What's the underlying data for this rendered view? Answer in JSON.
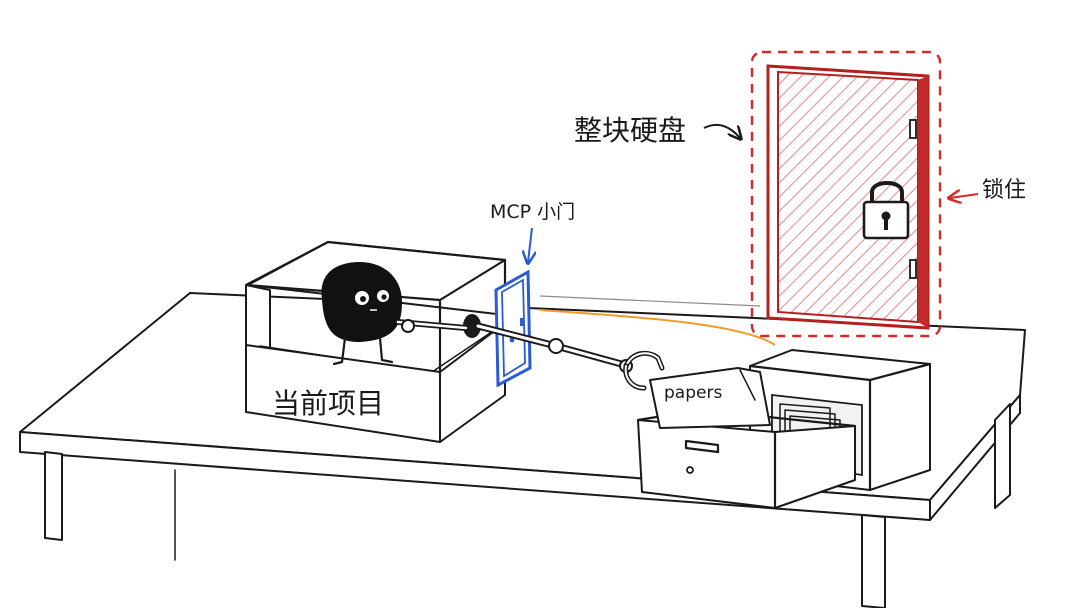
{
  "labels": {
    "project_box": "当前项目",
    "mcp_door": "MCP 小门",
    "papers": "papers",
    "whole_disk": "整块硬盘",
    "locked": "锁住"
  },
  "colors": {
    "ink": "#1a1a1a",
    "mcp_blue": "#2a5bd7",
    "locked_red": "#d42a2a",
    "path_orange": "#f39a2d"
  },
  "icons": {
    "character": "blob-creature-icon",
    "door": "door-icon",
    "lock": "padlock-icon",
    "cabinet": "file-cabinet-icon"
  }
}
